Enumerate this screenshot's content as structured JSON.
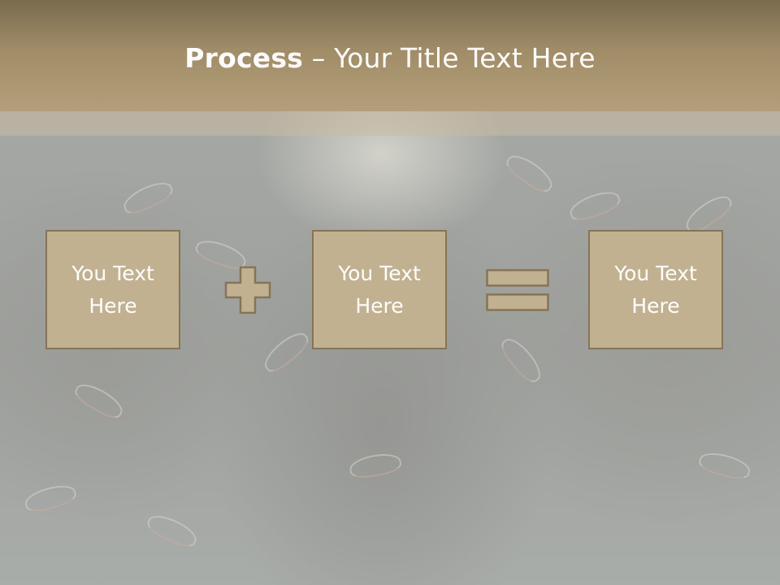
{
  "slide": {
    "title_bold": "Process",
    "title_rest": " – Your Title Text Here",
    "boxes": [
      "You Text Here",
      "You Text Here",
      "You Text Here"
    ],
    "operators": [
      "plus-sign",
      "equals-sign"
    ]
  },
  "colors": {
    "title_bar": "#a08c67",
    "box_fill": "#c2b190",
    "box_border": "#857459",
    "text": "#ffffff"
  }
}
